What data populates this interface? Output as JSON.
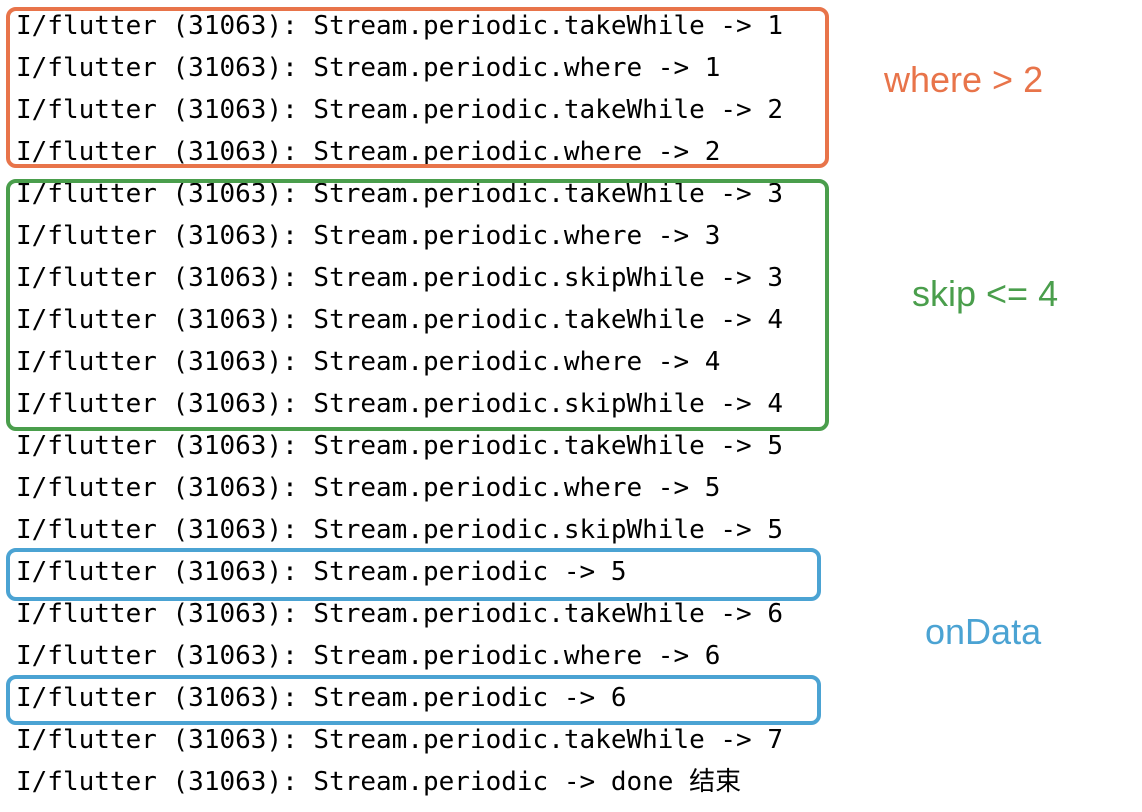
{
  "log": {
    "lines": [
      "I/flutter (31063): Stream.periodic.takeWhile -> 1",
      "I/flutter (31063): Stream.periodic.where -> 1",
      "I/flutter (31063): Stream.periodic.takeWhile -> 2",
      "I/flutter (31063): Stream.periodic.where -> 2",
      "I/flutter (31063): Stream.periodic.takeWhile -> 3",
      "I/flutter (31063): Stream.periodic.where -> 3",
      "I/flutter (31063): Stream.periodic.skipWhile -> 3",
      "I/flutter (31063): Stream.periodic.takeWhile -> 4",
      "I/flutter (31063): Stream.periodic.where -> 4",
      "I/flutter (31063): Stream.periodic.skipWhile -> 4",
      "I/flutter (31063): Stream.periodic.takeWhile -> 5",
      "I/flutter (31063): Stream.periodic.where -> 5",
      "I/flutter (31063): Stream.periodic.skipWhile -> 5",
      "I/flutter (31063): Stream.periodic -> 5",
      "I/flutter (31063): Stream.periodic.takeWhile -> 6",
      "I/flutter (31063): Stream.periodic.where -> 6",
      "I/flutter (31063): Stream.periodic -> 6",
      "I/flutter (31063): Stream.periodic.takeWhile -> 7",
      "I/flutter (31063): Stream.periodic -> done 结束"
    ]
  },
  "annotations": {
    "where": {
      "label": "where > 2",
      "color": "#E8744A"
    },
    "skip": {
      "label": "skip <= 4",
      "color": "#4A9E4C"
    },
    "on_data": {
      "label": "onData",
      "color": "#4BA3D3"
    }
  }
}
